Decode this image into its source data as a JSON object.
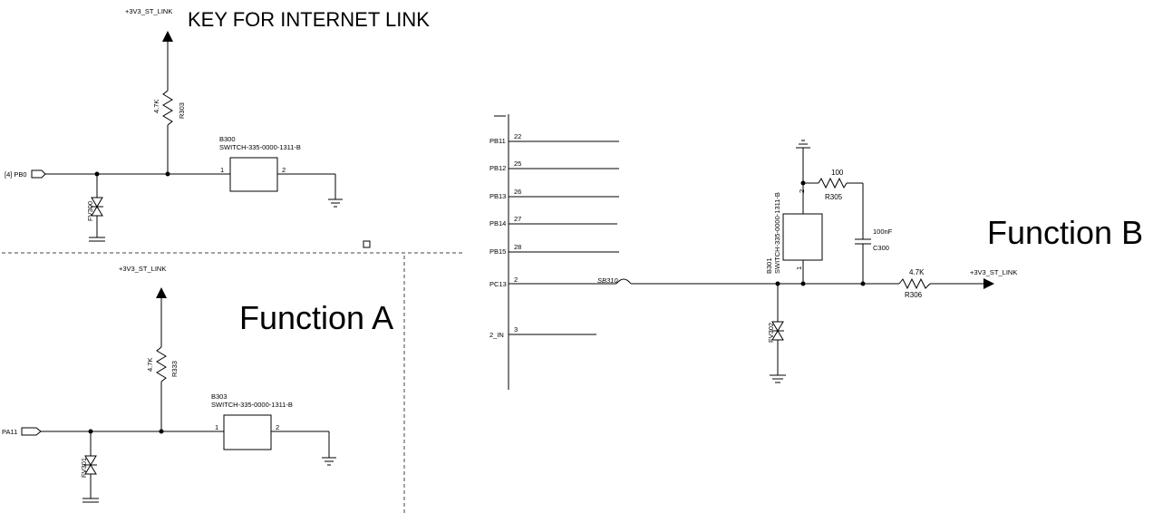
{
  "headings": {
    "key_title": "KEY FOR INTERNET LINK",
    "function_a": "Function A",
    "function_b": "Function B"
  },
  "net_labels": {
    "top_supply": "+3V3_ST_LINK",
    "a_supply": "+3V3_ST_LINK",
    "b_supply": "+3V3_ST_LINK",
    "pb0": "[4] PB0",
    "pa11": "PA11"
  },
  "components": {
    "r303": {
      "ref": "R303",
      "value": "4.7K"
    },
    "r333": {
      "ref": "R333",
      "value": "4.7K"
    },
    "r305": {
      "ref": "R305",
      "value": "100"
    },
    "r306": {
      "ref": "R306",
      "value": "4.7K"
    },
    "c300": {
      "ref": "C300",
      "value": "100nF"
    },
    "b300": {
      "ref": "B300",
      "part": "SWITCH-335-0000-1311-B",
      "pin1": "1",
      "pin2": "2"
    },
    "b303": {
      "ref": "B303",
      "part": "SWITCH-335-0000-1311-B",
      "pin1": "1",
      "pin2": "2"
    },
    "b301": {
      "ref": "B301",
      "part": "SWITCH-335-0000-1311-B",
      "pin1": "1",
      "pin2": "2"
    },
    "fv300": "FV300",
    "fv301": "FV301",
    "fv302": "FV302",
    "sb310": "SB310"
  },
  "mcu_pins": [
    {
      "name": "PB11",
      "num": "22"
    },
    {
      "name": "PB12",
      "num": "25"
    },
    {
      "name": "PB13",
      "num": "26"
    },
    {
      "name": "PB14",
      "num": "27"
    },
    {
      "name": "PB15",
      "num": "28"
    },
    {
      "name": "PC13",
      "num": "2"
    },
    {
      "name": "2_IN",
      "num": "3"
    }
  ]
}
